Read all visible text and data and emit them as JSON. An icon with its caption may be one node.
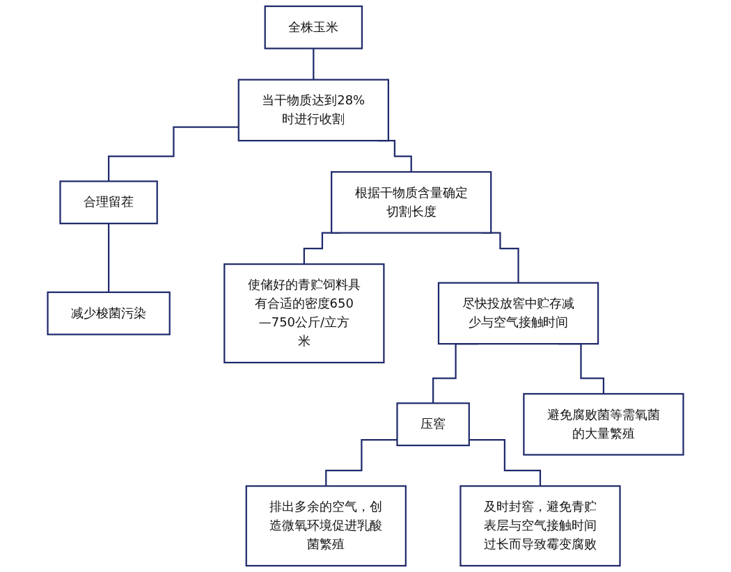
{
  "diagram": {
    "nodes": [
      {
        "text": [
          "全株玉米"
        ]
      },
      {
        "text": [
          "当干物质达到28%时进行收割"
        ]
      },
      {
        "text": [
          "合理留茬"
        ]
      },
      {
        "text": [
          "根据干物质含量确定切割长度"
        ]
      },
      {
        "text": [
          "减少梭菌污染"
        ]
      },
      {
        "text": [
          "使储好的青贮饲料具有合适的密度650—750公斤/立方米"
        ]
      },
      {
        "text": [
          "尽快投放窖中贮存减少与空气接触时间"
        ]
      },
      {
        "text": [
          "压窖"
        ]
      },
      {
        "text": [
          "避免腐败菌等需氧菌的大量繁殖"
        ]
      },
      {
        "text": [
          "排出多余的空气，创造微氧环境促进乳酸菌繁殖"
        ]
      },
      {
        "text": [
          "及时封窖，避免青贮表层与空气接触时间过长而导致霉变腐败"
        ]
      }
    ],
    "edges": [
      {
        "from": 0,
        "to": 1,
        "arrow": "none"
      },
      {
        "from": 1,
        "to": 2,
        "arrow": "none"
      },
      {
        "from": 1,
        "to": 3,
        "arrow": "none"
      },
      {
        "from": 2,
        "to": 4,
        "arrow": "none"
      },
      {
        "from": 3,
        "to": 5,
        "arrow": "none"
      },
      {
        "from": 3,
        "to": 6,
        "arrow": "none"
      },
      {
        "from": 6,
        "to": 7,
        "arrow": "none"
      },
      {
        "from": 6,
        "to": 8,
        "arrow": "none"
      },
      {
        "from": 7,
        "to": 9,
        "arrow": "none"
      },
      {
        "from": 7,
        "to": 10,
        "arrow": "none"
      }
    ]
  }
}
